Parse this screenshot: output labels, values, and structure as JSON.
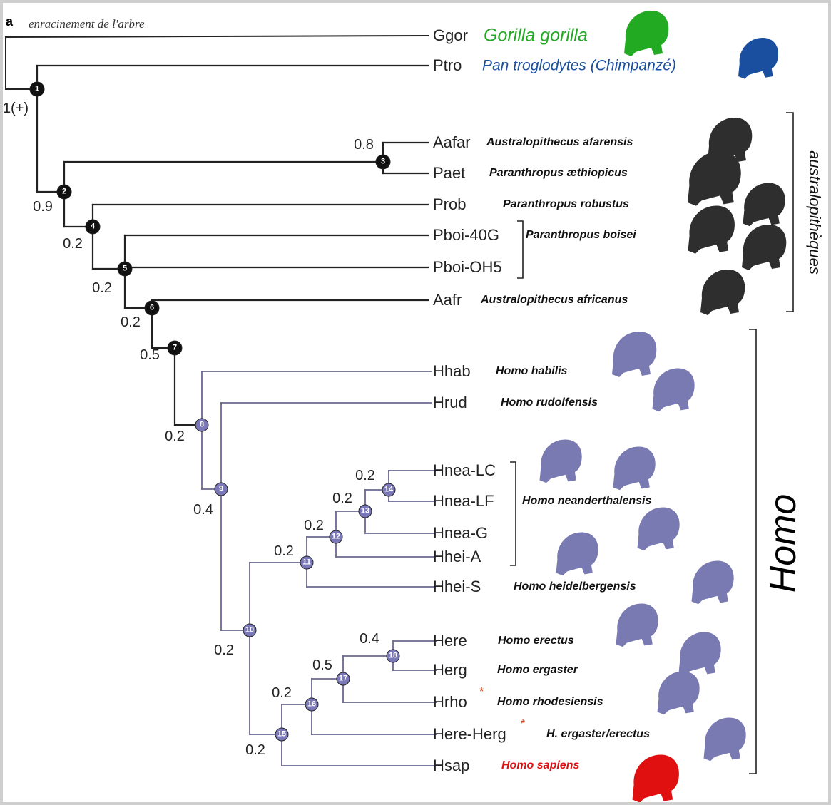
{
  "figure": {
    "panel_letter": "a",
    "root_note": "enracinement de l'arbre",
    "root_support": "1(+)"
  },
  "taxa": [
    {
      "id": "ggor",
      "code": "Ggor",
      "species": "Gorilla gorilla",
      "color": "#22aa22"
    },
    {
      "id": "ptro",
      "code": "Ptro",
      "species": "Pan troglodytes (Chimpanzé)",
      "color": "#1a4fa0"
    },
    {
      "id": "aafar",
      "code": "Aafar",
      "species": "Australopithecus afarensis"
    },
    {
      "id": "paet",
      "code": "Paet",
      "species": "Paranthropus æthiopicus"
    },
    {
      "id": "prob",
      "code": "Prob",
      "species": "Paranthropus robustus"
    },
    {
      "id": "pboi40g",
      "code": "Pboi-40G",
      "species": "Paranthropus boisei"
    },
    {
      "id": "pboioh5",
      "code": "Pboi-OH5",
      "species": ""
    },
    {
      "id": "aafr",
      "code": "Aafr",
      "species": "Australopithecus africanus"
    },
    {
      "id": "hhab",
      "code": "Hhab",
      "species": "Homo habilis"
    },
    {
      "id": "hrud",
      "code": "Hrud",
      "species": "Homo rudolfensis"
    },
    {
      "id": "hnealc",
      "code": "Hnea-LC",
      "species": ""
    },
    {
      "id": "hnealf",
      "code": "Hnea-LF",
      "species": "Homo neanderthalensis"
    },
    {
      "id": "hneag",
      "code": "Hnea-G",
      "species": ""
    },
    {
      "id": "hheia",
      "code": "Hhei-A",
      "species": ""
    },
    {
      "id": "hheis",
      "code": "Hhei-S",
      "species": "Homo heidelbergensis"
    },
    {
      "id": "here",
      "code": "Here",
      "species": "Homo erectus"
    },
    {
      "id": "herg",
      "code": "Herg",
      "species": "Homo ergaster"
    },
    {
      "id": "hrho",
      "code": "Hrho",
      "species": "Homo rhodesiensis",
      "marked": "*"
    },
    {
      "id": "hereherg",
      "code": "Here-Herg",
      "species": "H. ergaster/erectus",
      "marked": "*"
    },
    {
      "id": "hsap",
      "code": "Hsap",
      "species": "Homo sapiens",
      "color": "#e01010"
    }
  ],
  "nodes": [
    {
      "id": 1,
      "support": "",
      "color": "#111111"
    },
    {
      "id": 2,
      "support": "0.9",
      "color": "#111111"
    },
    {
      "id": 3,
      "support": "0.8",
      "color": "#111111"
    },
    {
      "id": 4,
      "support": "0.2",
      "color": "#111111"
    },
    {
      "id": 5,
      "support": "0.2",
      "color": "#111111"
    },
    {
      "id": 6,
      "support": "0.2",
      "color": "#111111"
    },
    {
      "id": 7,
      "support": "0.5",
      "color": "#111111"
    },
    {
      "id": 8,
      "support": "0.2",
      "color": "#7a78b8"
    },
    {
      "id": 9,
      "support": "0.4",
      "color": "#7a78b8"
    },
    {
      "id": 10,
      "support": "0.2",
      "color": "#7a78b8"
    },
    {
      "id": 11,
      "support": "0.2",
      "color": "#7a78b8"
    },
    {
      "id": 12,
      "support": "0.2",
      "color": "#7a78b8"
    },
    {
      "id": 13,
      "support": "0.2",
      "color": "#7a78b8"
    },
    {
      "id": 14,
      "support": "0.2",
      "color": "#7a78b8"
    },
    {
      "id": 15,
      "support": "0.2",
      "color": "#7a78b8"
    },
    {
      "id": 16,
      "support": "0.2",
      "color": "#7a78b8"
    },
    {
      "id": 17,
      "support": "0.5",
      "color": "#7a78b8"
    },
    {
      "id": 18,
      "support": "0.4",
      "color": "#7a78b8"
    }
  ],
  "groups": {
    "australopitheques": "australopithèques",
    "homo": "Homo"
  },
  "colors": {
    "australopith_silhouette": "#2e2e2e",
    "homo_silhouette": "#7a7ab2",
    "gorilla": "#22aa22",
    "chimp": "#1a4fa0",
    "sapiens": "#e01010",
    "branch_dark": "#222222",
    "branch_homo": "#6a6890"
  }
}
